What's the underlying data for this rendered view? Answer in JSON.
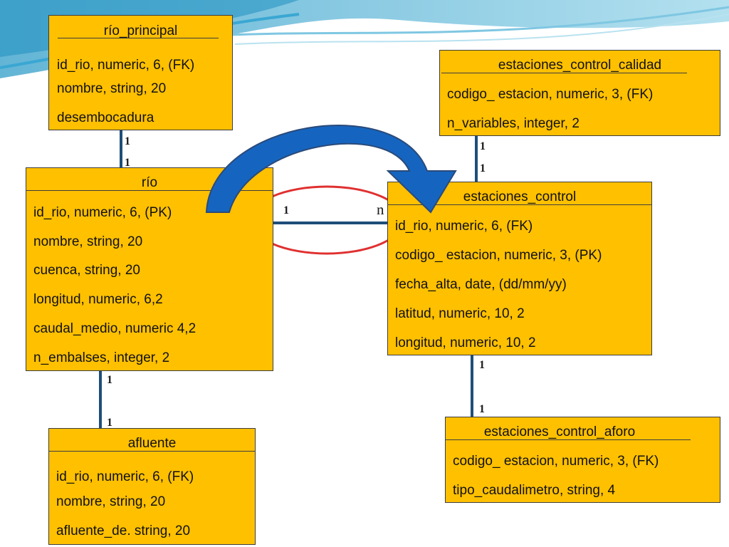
{
  "entities": {
    "rio_principal": {
      "title": "río_principal",
      "fields": [
        "id_rio, numeric, 6, (FK)",
        "nombre, string, 20",
        "desembocadura"
      ]
    },
    "estaciones_control_calidad": {
      "title": "estaciones_control_calidad",
      "fields": [
        "codigo_ estacion, numeric, 3, (FK)",
        "n_variables, integer, 2"
      ]
    },
    "rio": {
      "title": "río",
      "fields": [
        "id_rio, numeric, 6, (PK)",
        "nombre, string, 20",
        "cuenca, string, 20",
        "longitud, numeric, 6,2",
        "caudal_medio, numeric 4,2",
        "n_embalses, integer, 2"
      ]
    },
    "estaciones_control": {
      "title": "estaciones_control",
      "fields": [
        " id_rio, numeric, 6, (FK)",
        "codigo_ estacion, numeric, 3, (PK)",
        "fecha_alta, date, (dd/mm/yy)",
        "latitud, numeric, 10, 2",
        "longitud, numeric, 10, 2"
      ]
    },
    "afluente": {
      "title": "afluente",
      "fields": [
        " id_rio, numeric, 6, (FK)",
        "nombre, string, 20",
        "afluente_de. string, 20"
      ]
    },
    "estaciones_control_aforo": {
      "title": "estaciones_control_aforo",
      "fields": [
        "codigo_ estacion, numeric, 3, (FK)",
        "tipo_caudalimetro, string, 4"
      ]
    }
  },
  "cardinalities": {
    "principal_rio_top": "1",
    "principal_rio_bottom": "1",
    "calidad_control_top": "1",
    "calidad_control_bottom": "1",
    "rio_control_left": "1",
    "rio_control_right": "n",
    "rio_afluente_top": "1",
    "rio_afluente_bottom": "1",
    "control_aforo_top": "1",
    "control_aforo_bottom": "1"
  },
  "colors": {
    "entity_fill": "#ffc000",
    "connector": "#1f4e79",
    "highlight_ellipse": "#e03030",
    "arrow_fill": "#1565c0",
    "background_wave": "#5ab4d6"
  }
}
